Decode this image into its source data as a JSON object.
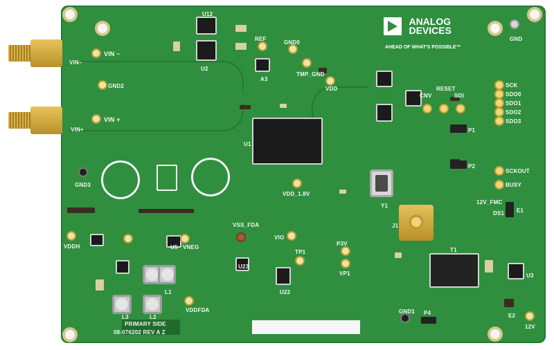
{
  "brand": {
    "name_line1": "ANALOG",
    "name_line2": "DEVICES",
    "tagline": "AHEAD OF WHAT'S POSSIBLE™"
  },
  "silkscreen": {
    "vin_minus": "VIN −",
    "vin_plus": "VIN +",
    "vin_minus_short": "VIN−",
    "vin_plus_short": "VIN+",
    "gnd": "GND",
    "gnd2": "GND2",
    "gnd3": "GND3",
    "gnd0": "GND0",
    "gnd1": "GND1",
    "ref": "REF",
    "tmp_gnd": "TMP_GND",
    "vdd": "VDD",
    "vdd_1v8": "VDD_1.8V",
    "vddh": "VDDH",
    "vddfda": "VDDFDA",
    "vio": "VIO",
    "vss_fda": "VSS_FDA",
    "vneg": "VNEG",
    "p3v": "P3V",
    "tp1": "TP1",
    "vp1": "VP1",
    "twelve_v": "12V",
    "twelve_v_fmc": "12V_FMC",
    "sck": "SCK",
    "sdo0": "SDO0",
    "sdo1": "SDO1",
    "sdo2": "SDO2",
    "sdo3": "SDO3",
    "sckout": "SCKOUT",
    "busy": "BUSY",
    "cnv": "CNV",
    "reset": "RESET",
    "sdi": "SDI",
    "primary_side": "PRIMARY SIDE",
    "part_number": "08-076202 REV A Z",
    "u1": "U1",
    "u2": "U2",
    "u12": "U12",
    "u3": "U3",
    "u5": "U5",
    "u22": "U22",
    "u23": "U23",
    "t1": "T1",
    "j1": "J1",
    "y1": "Y1",
    "l1": "L1",
    "l3": "L3",
    "l2": "L2",
    "p1": "P1",
    "p2": "P2",
    "p4": "P4",
    "ds1": "DS1",
    "e1": "E1",
    "e2": "E2",
    "a3": "A3"
  }
}
